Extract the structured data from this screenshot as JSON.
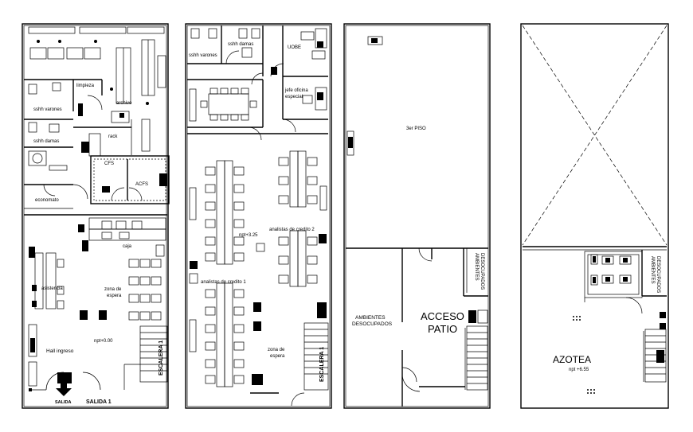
{
  "plans": [
    {
      "id": "ground-floor",
      "labels": {
        "limpieza": "limpieza",
        "archivo": "archivo",
        "sshh_varones": "sshh varones",
        "rack": "rack",
        "sshh_damas": "sshh damas",
        "cfs": "CFS",
        "acfs": "ACFS",
        "economato": "economato",
        "caja": "caja",
        "asistencia": "asistencia",
        "zona_espera": [
          "zona de",
          "espera"
        ],
        "npt": "npt+0.00",
        "hall": "Hall ingreso",
        "escalera": "ESCALERA 1",
        "salida_small": "SALIDA",
        "salida": "SALIDA 1"
      }
    },
    {
      "id": "second-floor",
      "labels": {
        "sshh_damas": "sshh damas",
        "sshh_varones": "sshh varones",
        "uobe": "UOBE",
        "jefe": [
          "jefe oficina",
          "especial"
        ],
        "npt": "npt+3.25",
        "analistas_2": "analistas de credito 2",
        "analistas_1": "analistas de credito 1",
        "zona_espera": [
          "zona de",
          "espera"
        ],
        "escalera": "ESCALERA 1"
      }
    },
    {
      "id": "third-floor",
      "labels": {
        "piso": "3er PISO",
        "ambientes_left": [
          "AMBIENTES",
          "DESOCUPADOS"
        ],
        "acceso": [
          "ACCESO",
          "PATIO"
        ],
        "ambientes_right": [
          "AMBIENTES",
          "DESOCUPADOS"
        ]
      }
    },
    {
      "id": "roof",
      "labels": {
        "ambientes": [
          "AMBIENTES",
          "DESOCUPADOS"
        ],
        "azotea": "AZOTEA",
        "npt": "npt +6.55"
      }
    }
  ]
}
